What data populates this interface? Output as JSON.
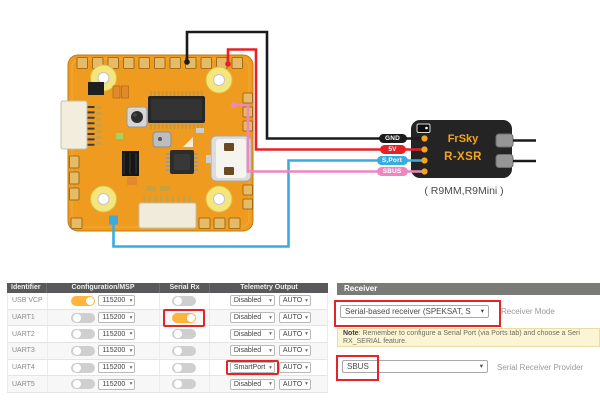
{
  "diagram": {
    "receiver": {
      "brand": "FrSky",
      "model": "R-XSR",
      "caption": "( R9MM,R9Mini )"
    },
    "pins": [
      {
        "label": "GND",
        "color": "#1b1b1b"
      },
      {
        "label": "5V",
        "color": "#e62228"
      },
      {
        "label": "S,Port",
        "color": "#3aabdf"
      },
      {
        "label": "SBUS",
        "color": "#ee86c0"
      }
    ]
  },
  "ports": {
    "headers": [
      "Identifier",
      "Configuration/MSP",
      "Serial Rx",
      "Telemetry Output"
    ],
    "rows": [
      {
        "id": "USB VCP",
        "msp": true,
        "baud": "115200",
        "serial_rx": false,
        "telemetry": "Disabled",
        "telemetry_baud": "AUTO",
        "hl_serial": false,
        "hl_telemetry": false
      },
      {
        "id": "UART1",
        "msp": false,
        "baud": "115200",
        "serial_rx": true,
        "telemetry": "Disabled",
        "telemetry_baud": "AUTO",
        "hl_serial": true,
        "hl_telemetry": false
      },
      {
        "id": "UART2",
        "msp": false,
        "baud": "115200",
        "serial_rx": false,
        "telemetry": "Disabled",
        "telemetry_baud": "AUTO",
        "hl_serial": false,
        "hl_telemetry": false
      },
      {
        "id": "UART3",
        "msp": false,
        "baud": "115200",
        "serial_rx": false,
        "telemetry": "Disabled",
        "telemetry_baud": "AUTO",
        "hl_serial": false,
        "hl_telemetry": false
      },
      {
        "id": "UART4",
        "msp": false,
        "baud": "115200",
        "serial_rx": false,
        "telemetry": "SmartPort",
        "telemetry_baud": "AUTO",
        "hl_serial": false,
        "hl_telemetry": true
      },
      {
        "id": "UART5",
        "msp": false,
        "baud": "115200",
        "serial_rx": false,
        "telemetry": "Disabled",
        "telemetry_baud": "AUTO",
        "hl_serial": false,
        "hl_telemetry": false
      }
    ]
  },
  "receiver_panel": {
    "title": "Receiver",
    "mode_value": "Serial-based receiver (SPEKSAT, S",
    "mode_label": "Receiver Mode",
    "note_title": "Note",
    "note_text": ": Remember to configure a Serial Port (via Ports tab) and choose a Seri",
    "note_text2": "RX_SERIAL feature.",
    "provider_value": "SBUS",
    "provider_label": "Serial Receiver Provider"
  },
  "icons": {
    "dropdown_arrow": "▾"
  },
  "colors": {
    "highlight": "#e32528",
    "toggle-on": "#ffb43c",
    "toggle-off": "#cfcfcf",
    "header-dark": "#59595b",
    "panel-header": "#7a7a77",
    "note-bg": "#fbf5d6",
    "note-border": "#e9dda4",
    "pin-dot": "#f6a41e",
    "frsky": "#f7a41d"
  }
}
